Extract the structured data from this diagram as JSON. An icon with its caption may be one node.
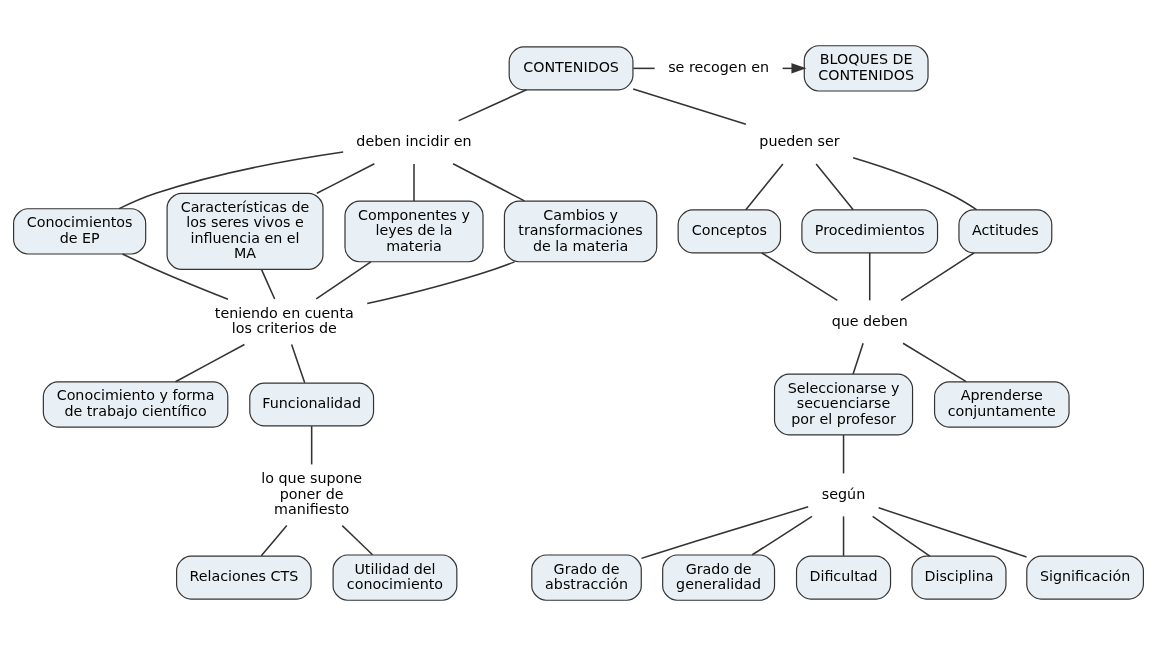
{
  "diagram": {
    "nodes": [
      {
        "text": [
          "CONTENIDOS"
        ]
      },
      {
        "text": [
          "se recogen en"
        ]
      },
      {
        "text": [
          "BLOQUES DE CONTENIDOS"
        ]
      },
      {
        "text": [
          "deben incidir en"
        ]
      },
      {
        "text": [
          "pueden ser"
        ]
      },
      {
        "text": [
          "Conceptos"
        ]
      },
      {
        "text": [
          "Procedimientos"
        ]
      },
      {
        "text": [
          "Actitudes"
        ]
      },
      {
        "text": [
          "Conocimientos de EP"
        ]
      },
      {
        "text": [
          "Características de los seres vivos e influencia en el MA"
        ]
      },
      {
        "text": [
          "Componentes y leyes de la materia"
        ]
      },
      {
        "text": [
          "Cambios y transformaciones de la materia"
        ]
      },
      {
        "text": [
          "que deben"
        ]
      },
      {
        "text": [
          "teniendo en cuenta los criterios de"
        ]
      },
      {
        "text": [
          "Seleccionarse y secuenciarse por el profesor"
        ]
      },
      {
        "text": [
          "Aprenderse conjuntamente"
        ]
      },
      {
        "text": [
          "Conocimiento y forma de trabajo científico"
        ]
      },
      {
        "text": [
          "Funcionalidad"
        ]
      },
      {
        "text": [
          "según"
        ]
      },
      {
        "text": [
          "Grado de abstracción"
        ]
      },
      {
        "text": [
          "Grado de generalidad"
        ]
      },
      {
        "text": [
          "lo que supone poner de manifiesto"
        ]
      },
      {
        "text": [
          "Dificultad"
        ]
      },
      {
        "text": [
          "Disciplina"
        ]
      },
      {
        "text": [
          "Significación"
        ]
      },
      {
        "text": [
          "Relaciones CTS"
        ]
      },
      {
        "text": [
          "Utilidad del conocimiento"
        ]
      }
    ],
    "edges": [
      {
        "from": 0,
        "to": 1,
        "arrow": "none"
      },
      {
        "from": 1,
        "to": 2,
        "arrow": "to"
      },
      {
        "from": 0,
        "to": 3,
        "arrow": "none"
      },
      {
        "from": 0,
        "to": 4,
        "arrow": "none"
      },
      {
        "from": 3,
        "to": 8,
        "arrow": "none"
      },
      {
        "from": 3,
        "to": 9,
        "arrow": "none"
      },
      {
        "from": 3,
        "to": 10,
        "arrow": "none"
      },
      {
        "from": 3,
        "to": 11,
        "arrow": "none"
      },
      {
        "from": 4,
        "to": 5,
        "arrow": "none"
      },
      {
        "from": 4,
        "to": 6,
        "arrow": "none"
      },
      {
        "from": 4,
        "to": 7,
        "arrow": "none"
      },
      {
        "from": 5,
        "to": 12,
        "arrow": "none"
      },
      {
        "from": 6,
        "to": 12,
        "arrow": "none"
      },
      {
        "from": 7,
        "to": 12,
        "arrow": "none"
      },
      {
        "from": 12,
        "to": 14,
        "arrow": "none"
      },
      {
        "from": 12,
        "to": 15,
        "arrow": "none"
      },
      {
        "from": 8,
        "to": 13,
        "arrow": "none"
      },
      {
        "from": 9,
        "to": 13,
        "arrow": "none"
      },
      {
        "from": 10,
        "to": 13,
        "arrow": "none"
      },
      {
        "from": 11,
        "to": 13,
        "arrow": "none"
      },
      {
        "from": 13,
        "to": 16,
        "arrow": "none"
      },
      {
        "from": 13,
        "to": 17,
        "arrow": "none"
      },
      {
        "from": 14,
        "to": 18,
        "arrow": "none"
      },
      {
        "from": 18,
        "to": 19,
        "arrow": "none"
      },
      {
        "from": 18,
        "to": 22,
        "arrow": "none"
      },
      {
        "from": 18,
        "to": 23,
        "arrow": "none"
      },
      {
        "from": 18,
        "to": 24,
        "arrow": "none"
      },
      {
        "from": 18,
        "to": 20,
        "arrow": "none"
      },
      {
        "from": 17,
        "to": 21,
        "arrow": "none"
      },
      {
        "from": 21,
        "to": 25,
        "arrow": "none"
      },
      {
        "from": 21,
        "to": 26,
        "arrow": "none"
      }
    ]
  }
}
